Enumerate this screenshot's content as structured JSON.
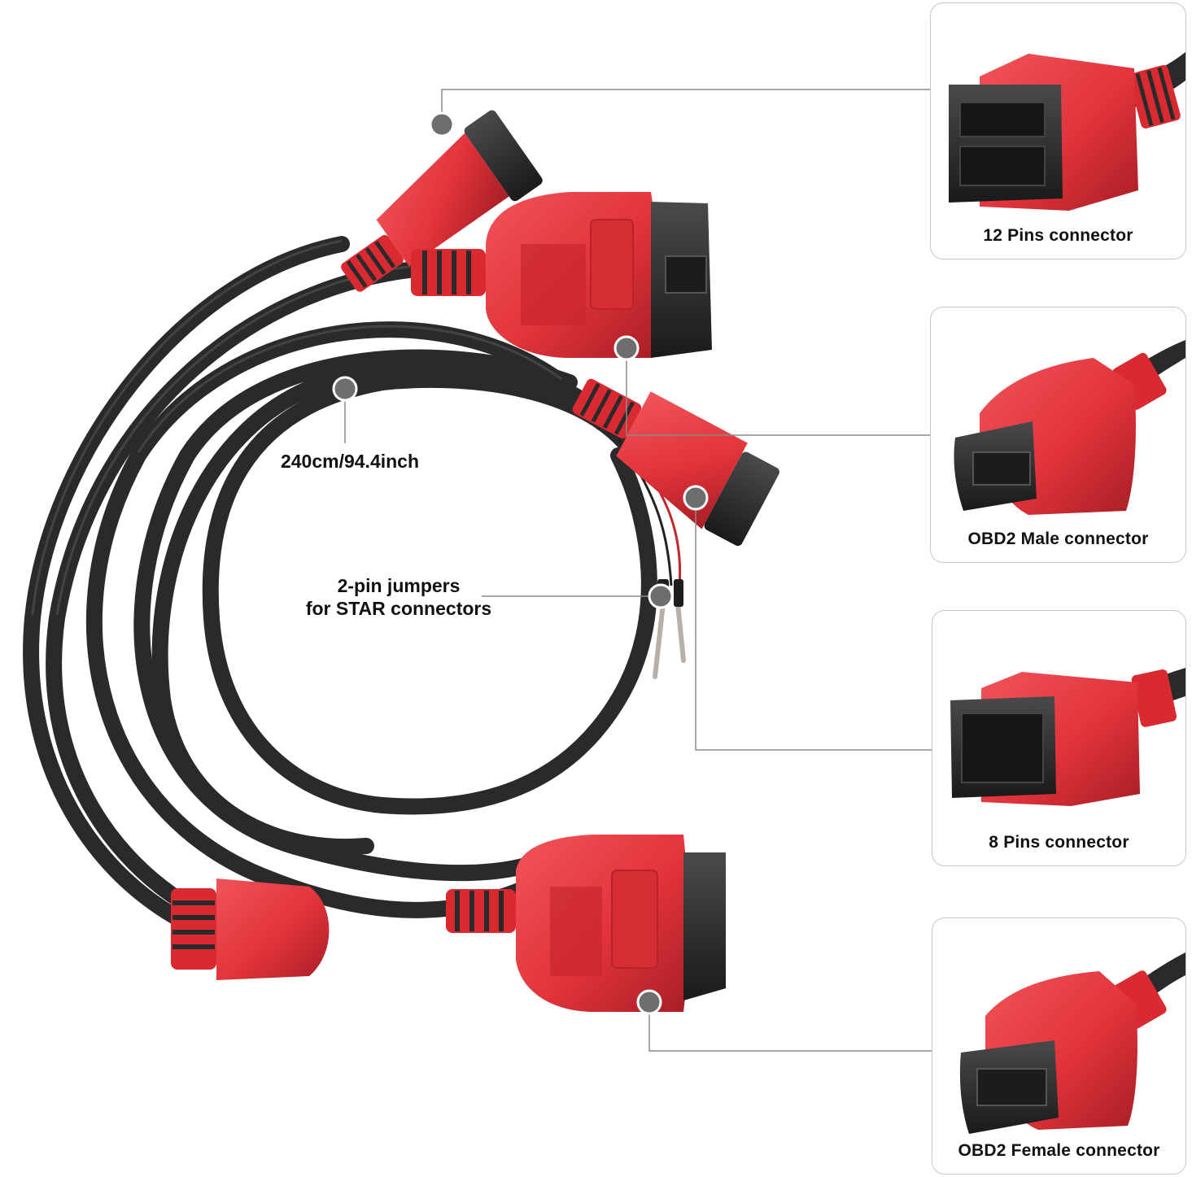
{
  "cable_length_label": "240cm/94.4inch",
  "jumper_label_line1": "2-pin jumpers",
  "jumper_label_line2": "for STAR connectors",
  "connectors": [
    {
      "label": "12 Pins connector"
    },
    {
      "label": "OBD2 Male connector"
    },
    {
      "label": "8 Pins connector"
    },
    {
      "label": "OBD2 Female connector"
    }
  ],
  "colors": {
    "connector_red": "#e2333b",
    "cable_black": "#2a2a2c",
    "leader_line": "#8a8a8a",
    "marker_dot": "#6e6e6e"
  }
}
